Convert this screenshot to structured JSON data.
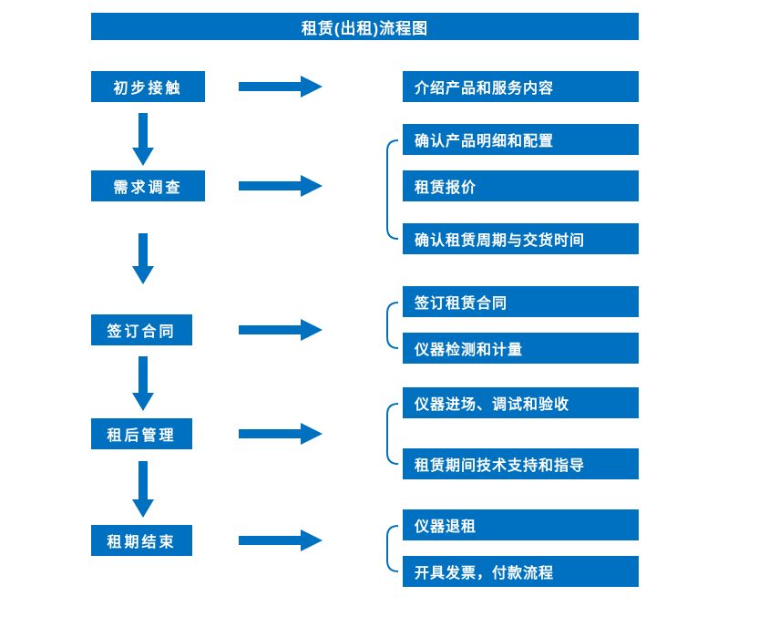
{
  "title": "租赁(出租)流程图",
  "colors": {
    "accent": "#0070C0",
    "text": "#FFFFFF",
    "background": "#FFFFFF"
  },
  "stages": [
    {
      "label": "初步接触",
      "items": [
        "介绍产品和服务内容"
      ]
    },
    {
      "label": "需求调查",
      "items": [
        "确认产品明细和配置",
        "租赁报价",
        "确认租赁周期与交货时间"
      ]
    },
    {
      "label": "签订合同",
      "items": [
        "签订租赁合同",
        "仪器检测和计量"
      ]
    },
    {
      "label": "租后管理",
      "items": [
        "仪器进场、调试和验收",
        "租赁期间技术支持和指导"
      ]
    },
    {
      "label": "租期结束",
      "items": [
        "仪器退租",
        "开具发票，付款流程"
      ]
    }
  ]
}
